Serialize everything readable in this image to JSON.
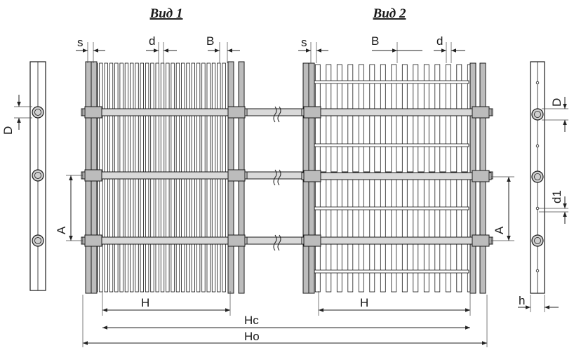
{
  "titles": {
    "view1": "Вид 1",
    "view2": "Вид 2"
  },
  "dimension_labels": {
    "s": "s",
    "d": "d",
    "B": "B",
    "D": "D",
    "A": "A",
    "H": "H",
    "Hc": "Hc",
    "Ho": "Ho",
    "d1": "d1",
    "h": "h"
  },
  "colors": {
    "line": "#1a1a1a",
    "plate_fill": "#bcbcbc",
    "wire_fill": "#ffffff",
    "rod_fill": "#d9d9d9"
  }
}
